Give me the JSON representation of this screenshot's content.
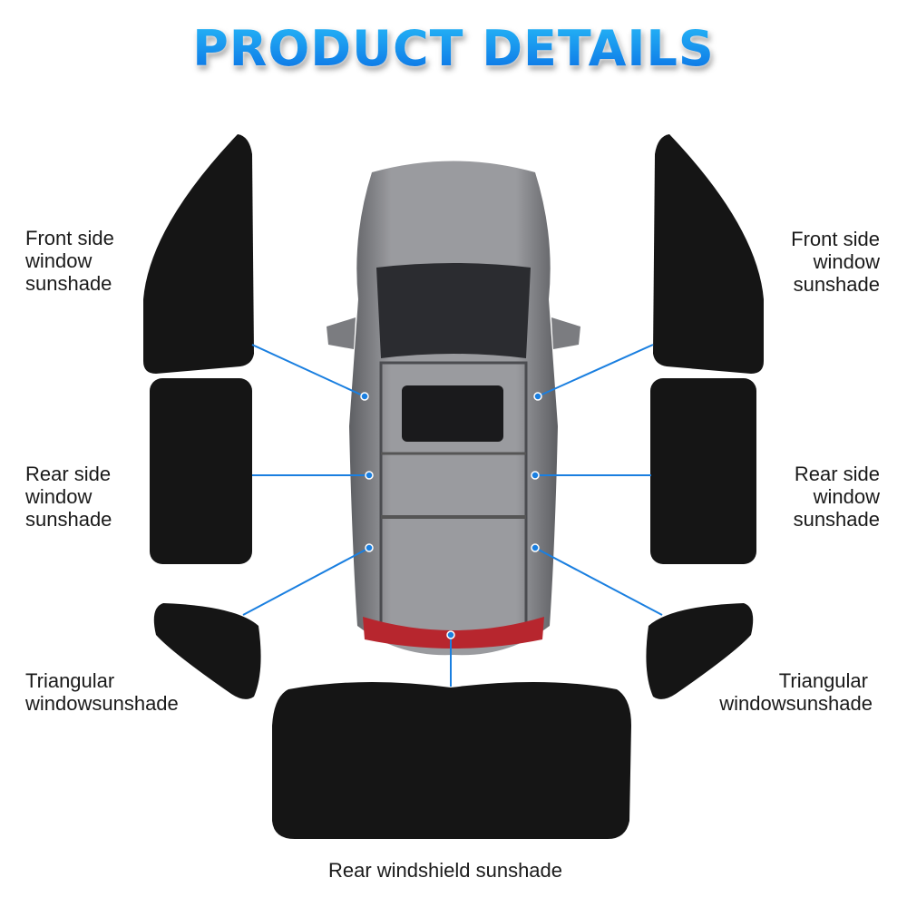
{
  "title": "PRODUCT DETAILS",
  "labels": {
    "front_left": [
      "Front side",
      "window",
      "sunshade"
    ],
    "rear_left": [
      "Rear side",
      "window",
      "sunshade"
    ],
    "tri_left": [
      "Triangular",
      "windowsunshade"
    ],
    "front_right": [
      "Front side",
      "window",
      "sunshade"
    ],
    "rear_right": [
      "Rear side",
      "window",
      "sunshade"
    ],
    "tri_right": [
      "Triangular",
      "windowsunshade"
    ],
    "rear_windshield": "Rear windshield sunshade"
  },
  "colors": {
    "accent": "#1a7fe0",
    "shade": "#151515",
    "car": "#8d8e92"
  }
}
